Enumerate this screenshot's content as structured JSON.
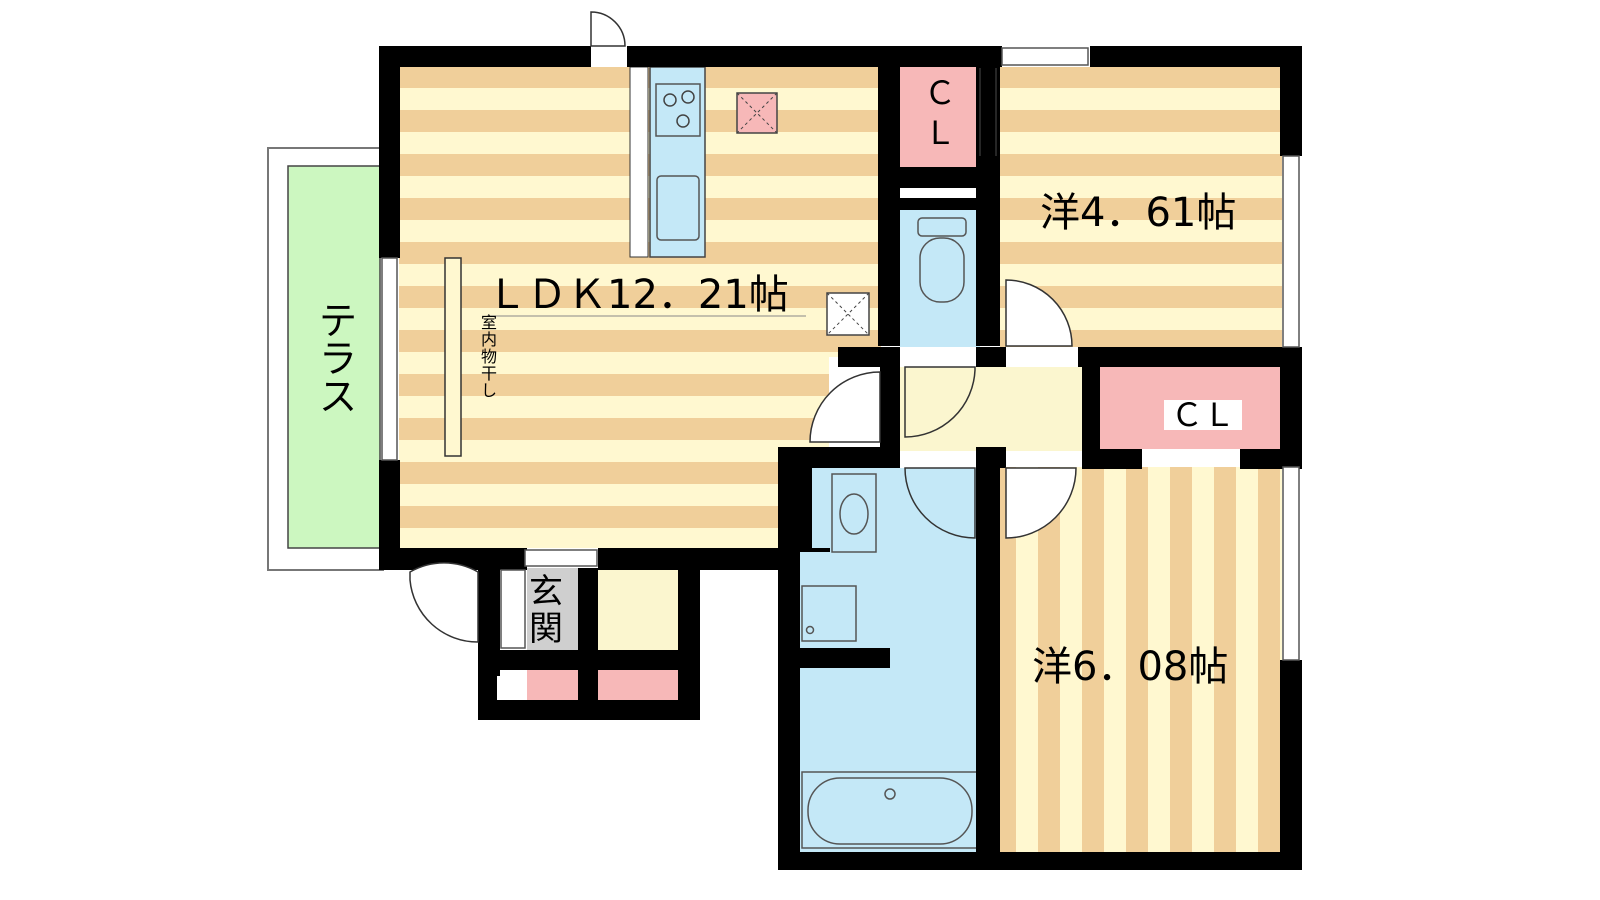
{
  "rooms": {
    "ldk": "ＬＤＫ12．21帖",
    "western1": "洋4．61帖",
    "western2": "洋6．08帖",
    "terrace": [
      "テ",
      "ラ",
      "ス"
    ],
    "entrance": [
      "玄",
      "関"
    ],
    "closet_small": [
      "Ｃ",
      "Ｌ"
    ],
    "closet_large": "ＣＬ",
    "indoor_drying": [
      "室",
      "内",
      "物",
      "干",
      "し"
    ]
  },
  "colors": {
    "wall": "#000000",
    "floor_stripe_light": "#fff8d0",
    "floor_stripe_dark": "#f0cf9a",
    "hall_floor": "#fbf6cf",
    "wet_area": "#c4e8f7",
    "closet": "#f7b8b8",
    "terrace": "#ccf7c0",
    "entrance_floor": "#cfcfcf"
  }
}
